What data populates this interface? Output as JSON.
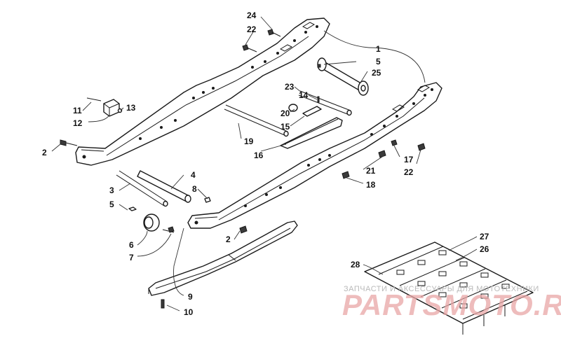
{
  "callouts": [
    {
      "id": "c24",
      "label": "24"
    },
    {
      "id": "c22a",
      "label": "22"
    },
    {
      "id": "c1",
      "label": "1"
    },
    {
      "id": "c5a",
      "label": "5"
    },
    {
      "id": "c25",
      "label": "25"
    },
    {
      "id": "c23",
      "label": "23"
    },
    {
      "id": "c14",
      "label": "14"
    },
    {
      "id": "c20",
      "label": "20"
    },
    {
      "id": "c15",
      "label": "15"
    },
    {
      "id": "c11",
      "label": "11"
    },
    {
      "id": "c13",
      "label": "13"
    },
    {
      "id": "c12",
      "label": "12"
    },
    {
      "id": "c2a",
      "label": "2"
    },
    {
      "id": "c19",
      "label": "19"
    },
    {
      "id": "c16",
      "label": "16"
    },
    {
      "id": "c17",
      "label": "17"
    },
    {
      "id": "c22b",
      "label": "22"
    },
    {
      "id": "c21",
      "label": "21"
    },
    {
      "id": "c18",
      "label": "18"
    },
    {
      "id": "c4",
      "label": "4"
    },
    {
      "id": "c8",
      "label": "8"
    },
    {
      "id": "c3",
      "label": "3"
    },
    {
      "id": "c5b",
      "label": "5"
    },
    {
      "id": "c2b",
      "label": "2"
    },
    {
      "id": "c6",
      "label": "6"
    },
    {
      "id": "c7",
      "label": "7"
    },
    {
      "id": "c27",
      "label": "27"
    },
    {
      "id": "c26",
      "label": "26"
    },
    {
      "id": "c28",
      "label": "28"
    },
    {
      "id": "c9",
      "label": "9"
    },
    {
      "id": "c10",
      "label": "10"
    }
  ],
  "watermark": {
    "small": "ЗАПЧАСТИ И АКСЕССУАРЫ ДЛЯ МОТОТЕХНИКИ",
    "big": "PARTSMOTO.RU",
    "color": "#e8a5a5"
  }
}
